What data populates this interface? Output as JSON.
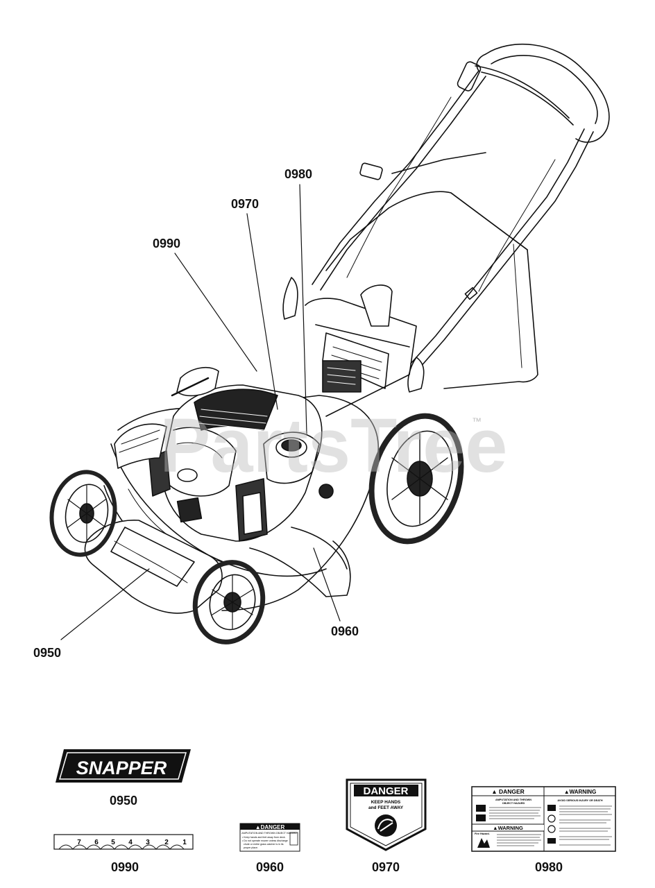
{
  "callouts": {
    "c0980": "0980",
    "c0970": "0970",
    "c0990": "0990",
    "c0950": "0950",
    "c0960": "0960"
  },
  "watermark": {
    "text": "PartsTree",
    "tm": "™"
  },
  "decals": {
    "snapper": {
      "brand": "SNAPPER",
      "part": "0950"
    },
    "ruler": {
      "numbers": [
        "7",
        "6",
        "5",
        "4",
        "3",
        "2",
        "1"
      ],
      "part": "0990"
    },
    "small_danger": {
      "title": "▲DANGER",
      "subtitle": "AMPUTATION AND THROWN OBJECT HAZARD",
      "line1": "• Keep hands and feet away from deck.",
      "line2": "• Do not operate mower unless discharge",
      "line3": "chute or entire grass catcher is in its",
      "line4": "proper place.",
      "part": "0960"
    },
    "danger_shield": {
      "title": "DANGER",
      "line1": "KEEP HANDS",
      "line2": "and FEET AWAY",
      "part": "0970"
    },
    "big_label": {
      "danger_title": "▲ DANGER",
      "warning_title": "▲WARNING",
      "hazard1": "AMPUTATION AND THROWN",
      "hazard2": "OBJECT HAZARD",
      "avoid": "AVOID SERIOUS INJURY OR DEATH",
      "warning2_title": "▲WARNING",
      "fire": "Fire Hazard.",
      "part": "0980"
    }
  }
}
